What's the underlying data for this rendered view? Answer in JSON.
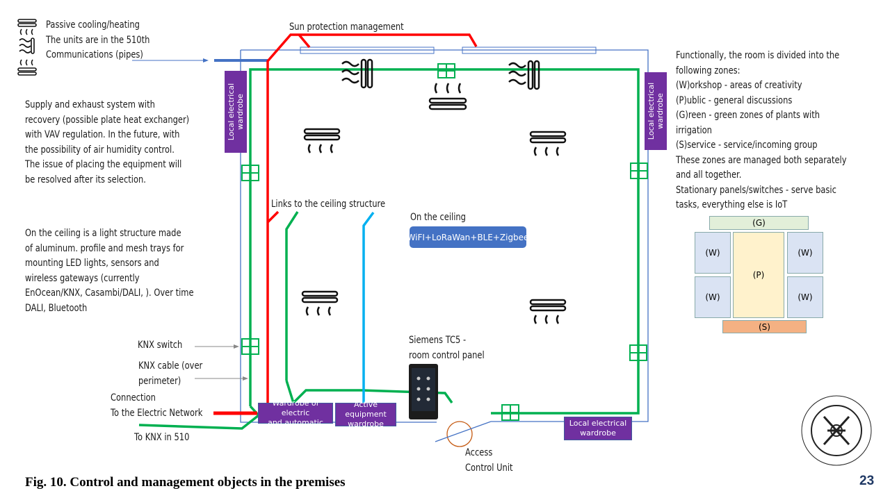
{
  "legend": {
    "lines": [
      "Passive cooling/heating",
      "The units are in the 510th",
      "Communications (pipes)"
    ]
  },
  "ventilation_note": [
    "Supply and exhaust system with",
    "recovery (possible plate heat exchanger)",
    "with VAV regulation. In the future, with",
    "the possibility of air humidity control.",
    "The issue of placing the equipment will",
    "be resolved after its selection."
  ],
  "ceiling_note": [
    "On the ceiling is a light structure made",
    "of aluminum. profile and mesh trays for",
    "mounting LED lights, sensors and",
    "wireless gateways (currently",
    "EnOcean/KNX, Casambi/DALI, ). Over time",
    "DALI, Bluetooth"
  ],
  "labels": {
    "sun_protection": "Sun protection management",
    "links_ceiling": "Links to the ceiling structure",
    "on_ceiling": "On the ceiling",
    "wireless": "WiFI+LoRaWan+BLE+Zigbee",
    "siemens": [
      "Siemens TC5 -",
      "room control panel"
    ],
    "knx_switch": "KNX switch",
    "knx_cable": [
      "KNX cable (over",
      "perimeter)"
    ],
    "connection": [
      "Connection",
      "To the Electric Network"
    ],
    "to_knx": "To KNX in 510",
    "access": [
      "Access",
      "Control Unit"
    ]
  },
  "boxes": {
    "local_left": [
      "Local electrical",
      "wardrobe"
    ],
    "local_right": [
      "Local electrical",
      "wardrobe"
    ],
    "wardrobe_electric": [
      "Wardrobe of electric",
      "and automatic"
    ],
    "active_equipment": [
      "Active equipment",
      "wardrobe"
    ],
    "local_bottom": [
      "Local electrical",
      "wardrobe"
    ]
  },
  "zones_text": [
    "Functionally, the room is divided into the",
    "following zones:",
    "(W)orkshop - areas of creativity",
    "(P)ublic - general discussions",
    "(G)reen - green zones of plants with",
    "irrigation",
    "(S)service - service/incoming group",
    "These zones are managed both separately",
    "and all together.",
    "Stationary panels/switches - serve basic",
    "tasks, everything else is IoT"
  ],
  "zones": {
    "g": "(G)",
    "w": "(W)",
    "p": "(P)",
    "s": "(S)"
  },
  "caption": "Fig. 10. Control and management objects in the premises",
  "page_number": "23",
  "colors": {
    "power": "#ff0000",
    "knx": "#00b050",
    "network": "#00b0f0",
    "wardrobe": "#7030a0",
    "room": "#4472c4"
  }
}
